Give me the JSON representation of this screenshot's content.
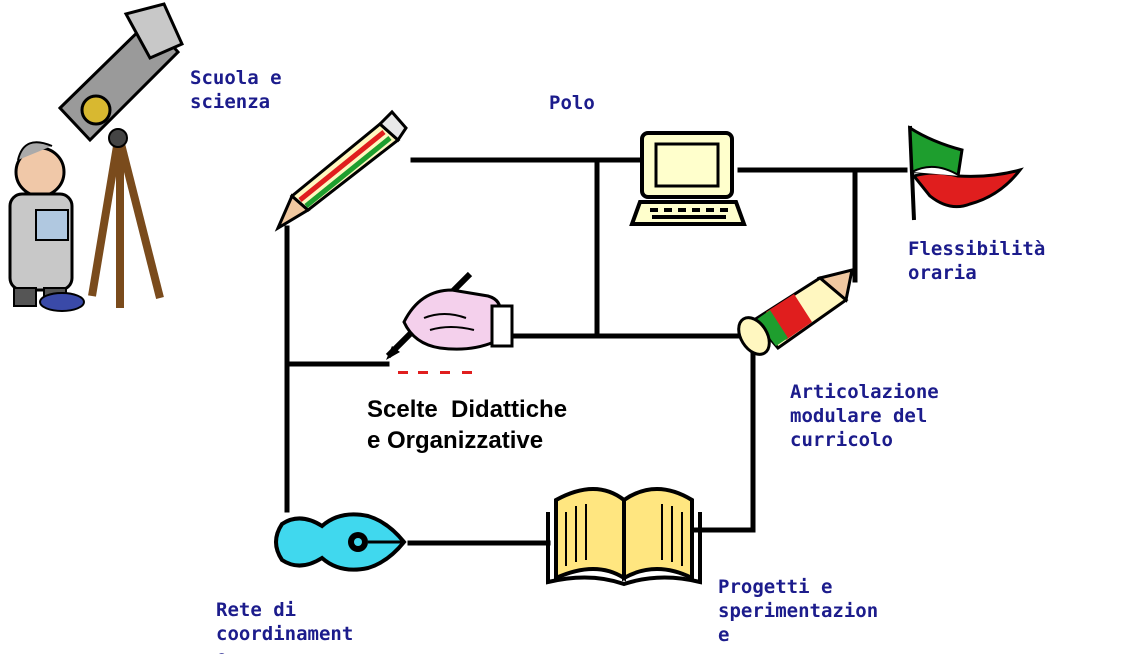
{
  "labels": {
    "scuola": "Scuola e\nscienza",
    "polo": "Polo",
    "flessibilita": "Flessibilità\noraria",
    "articolazione": "Articolazione\nmodulare del\ncurricolo",
    "progetti": "Progetti e\nsperimentazion\ne",
    "rete": "Rete di\ncoordinament\no"
  },
  "center_title": "Scelte  Didattiche\ne Organizzative",
  "icons": [
    "telescope-scientist-icon",
    "pencil-icon",
    "computer-icon",
    "flag-icon",
    "writing-hand-icon",
    "crayon-icon",
    "book-icon",
    "pen-nib-icon"
  ],
  "colors": {
    "label": "#1c1c8c",
    "line": "#000000",
    "flag_green": "#1e9e2e",
    "flag_red": "#e01e1e",
    "computer": "#ffffcc",
    "book": "#ffe680",
    "nib": "#40d8ee"
  }
}
